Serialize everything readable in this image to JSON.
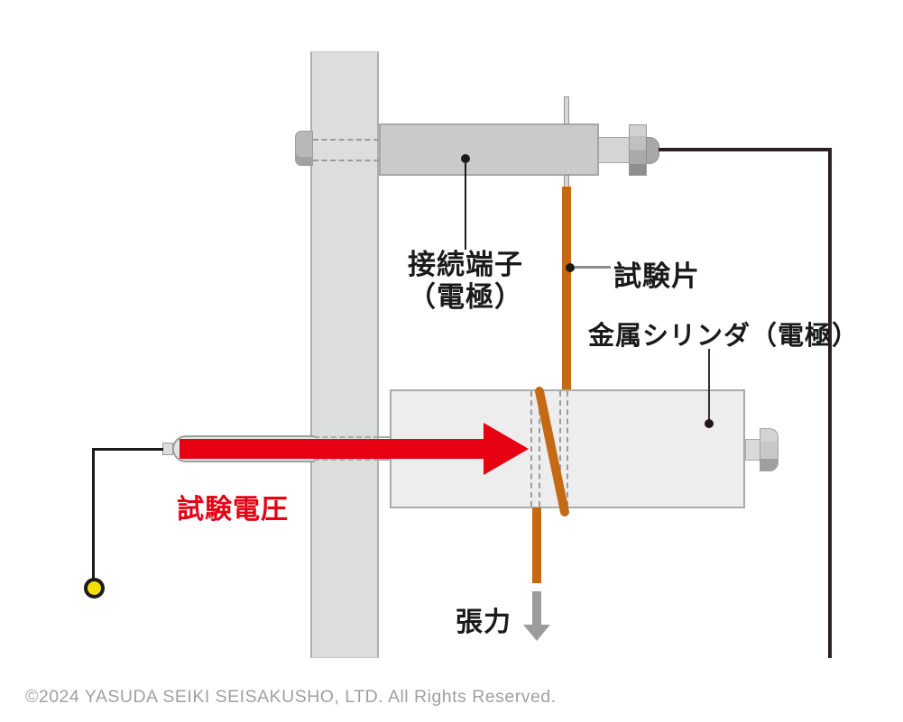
{
  "diagram": {
    "labels": {
      "connection_terminal_line1": "接続端子",
      "connection_terminal_line2": "（電極）",
      "test_piece": "試験片",
      "metal_cylinder": "金属シリンダ（電極）",
      "test_voltage": "試験電圧",
      "tension": "張力"
    },
    "colors": {
      "accent_red": "#e60012",
      "strip_orange": "#c46a15",
      "terminal_yellow": "#f2e005",
      "wire_dark": "#2b211f",
      "column_gray": "#dcdddd",
      "bar_gray": "#c9caca",
      "cylinder_gray": "#ededee",
      "tension_arrow_gray": "#9b9c9c"
    },
    "footer": {
      "copyright": "©2024 YASUDA SEIKI SEISAKUSHO, LTD. All Rights Reserved."
    }
  }
}
